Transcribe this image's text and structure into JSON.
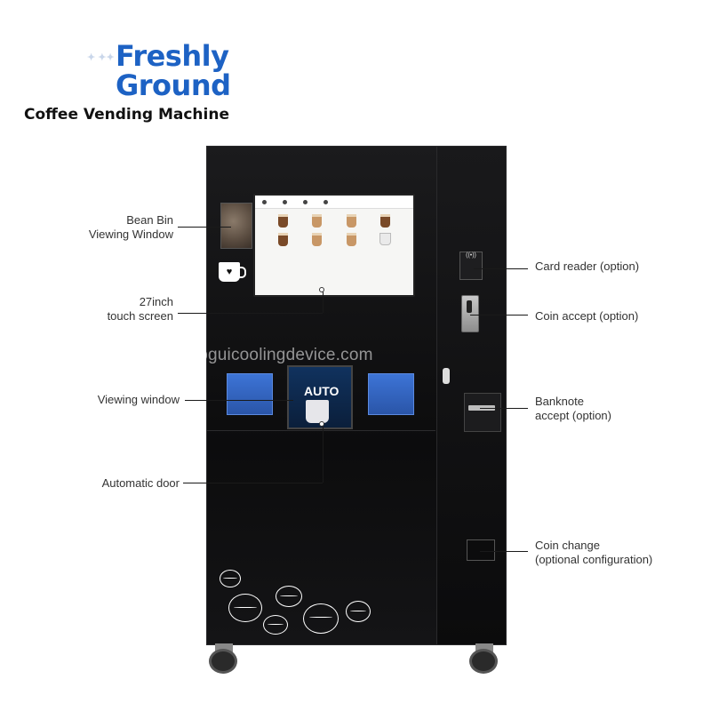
{
  "header": {
    "line1": "Freshly",
    "line2": "Ground",
    "subtitle": "Coffee Vending Machine"
  },
  "watermark": "shuoguicoolingdevice.com",
  "callouts": {
    "bean_bin": [
      "Bean Bin",
      "Viewing Window"
    ],
    "touch_screen": [
      "27inch",
      "touch screen"
    ],
    "viewing_window": "Viewing window",
    "automatic_door": "Automatic door",
    "card_reader": "Card reader (option)",
    "coin_accept": "Coin accept (option)",
    "banknote": [
      "Banknote",
      "accept (option)"
    ],
    "coin_change": [
      "Coin change",
      "(optional configuration)"
    ]
  },
  "door_label": "AUTO",
  "icons": [
    "cup-heart-icon",
    "coffee-bean-icon",
    "contactless-icon",
    "wheel-icon"
  ],
  "colors": {
    "accent": "#1d62c4",
    "machine": "#0e0e10",
    "window": "#3d74d6"
  }
}
